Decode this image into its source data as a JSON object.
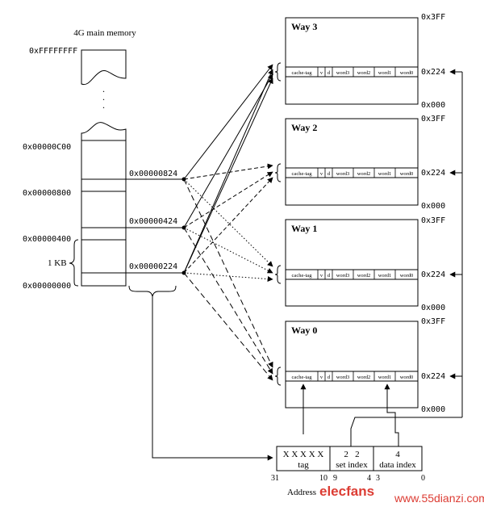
{
  "memory": {
    "title": "4G main memory",
    "top_address": "0xFFFFFFFF",
    "ellipsis": ".",
    "addresses": [
      "0x00000C00",
      "0x00000800",
      "0x00000400",
      "0x00000000"
    ],
    "block_label": "1 KB",
    "line_addresses": [
      "0x00000824",
      "0x00000424",
      "0x00000224"
    ]
  },
  "cache": {
    "ways": [
      {
        "name": "Way 3",
        "top": "0x3FF",
        "mid": "0x224",
        "bottom": "0x000"
      },
      {
        "name": "Way 2",
        "top": "0x3FF",
        "mid": "0x224",
        "bottom": "0x000"
      },
      {
        "name": "Way 1",
        "top": "0x3FF",
        "mid": "0x224",
        "bottom": "0x000"
      },
      {
        "name": "Way 0",
        "top": "0x3FF",
        "mid": "0x224",
        "bottom": "0x000"
      }
    ],
    "line_fields": [
      "cache-tag",
      "v",
      "d",
      "word3",
      "word2",
      "word1",
      "word0"
    ]
  },
  "address": {
    "tag_value": "X X X X X",
    "tag_label": "tag",
    "set_value": "2   2",
    "set_label": "set index",
    "data_value": "4",
    "data_label": "data index",
    "bits": [
      "31",
      "10",
      "9",
      "4",
      "3",
      "0"
    ],
    "caption": "Address"
  },
  "watermark": {
    "logo": "elecfans",
    "url": "www.55dianzi.com"
  },
  "colors": {
    "ink": "#000000",
    "logo_red": "#d9281e",
    "logo_blue": "#1c3f8f",
    "url_red": "#d9281e"
  }
}
